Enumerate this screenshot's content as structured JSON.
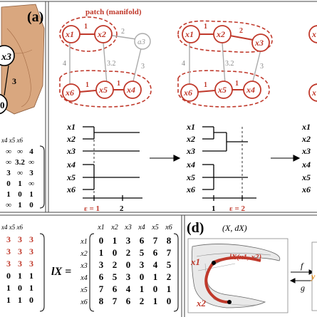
{
  "panel_a": {
    "label": "(a)",
    "patch_label": "patch (manifold)",
    "left_strip_labels": [
      "x3",
      "3",
      "0"
    ],
    "nodes_top": [
      "x1",
      "x2",
      "a3"
    ],
    "nodes_bottom": [
      "x6",
      "x5",
      "x4"
    ],
    "stage2_top": [
      "x1",
      "x2",
      "x3"
    ],
    "stage2_bottom": [
      "x6",
      "x5",
      "x4"
    ],
    "stage3_top": [
      "x"
    ],
    "stage3_bottom": [
      "x"
    ],
    "edge_weights": [
      "1",
      "2",
      "4",
      "3.2",
      "3",
      "1",
      "1"
    ],
    "edge_weights_stage2": [
      "1",
      "2",
      "4",
      "3.2",
      "3",
      "1",
      "1"
    ],
    "dendro_labels": [
      "x1",
      "x2",
      "x3",
      "x4",
      "x5",
      "x6"
    ],
    "dendro_labels_right": [
      "x1",
      "x2",
      "x3",
      "x4",
      "x5",
      "x6"
    ],
    "eps1": "ε = 1",
    "tick2": "2",
    "tick1": "1",
    "eps2": "ε = 2",
    "matrix_header": "x4 x5 x6",
    "matrix_rows": [
      [
        "∞",
        "∞",
        "4"
      ],
      [
        "∞",
        "3.2",
        "∞"
      ],
      [
        "3",
        "∞",
        "3"
      ],
      [
        "0",
        "1",
        "∞"
      ],
      [
        "1",
        "0",
        "1"
      ],
      [
        "∞",
        "1",
        "0"
      ]
    ]
  },
  "panel_bottom_left": {
    "header": "x4 x5 x6",
    "rows": [
      [
        "3",
        "3",
        "3"
      ],
      [
        "3",
        "3",
        "3"
      ],
      [
        "3",
        "3",
        "3"
      ],
      [
        "0",
        "1",
        "1"
      ],
      [
        "1",
        "0",
        "1"
      ],
      [
        "1",
        "1",
        "0"
      ]
    ],
    "lx_label": "lX =",
    "header2": [
      "x1",
      "x2",
      "x3",
      "x4",
      "x5",
      "x6"
    ],
    "row_labels": [
      "x1",
      "x2",
      "x3",
      "x4",
      "x5",
      "x6"
    ],
    "lx_rows": [
      [
        "0",
        "1",
        "3",
        "6",
        "7",
        "8"
      ],
      [
        "1",
        "0",
        "2",
        "5",
        "6",
        "7"
      ],
      [
        "3",
        "2",
        "0",
        "3",
        "4",
        "5"
      ],
      [
        "6",
        "5",
        "3",
        "0",
        "1",
        "2"
      ],
      [
        "7",
        "6",
        "4",
        "1",
        "0",
        "1"
      ],
      [
        "8",
        "7",
        "6",
        "2",
        "1",
        "0"
      ]
    ]
  },
  "panel_d": {
    "label": "(d)",
    "title": "(X, dX)",
    "x1": "x1",
    "x2": "x2",
    "lx_label": "lX(x1, x2)",
    "f": "f",
    "g": "g",
    "right_y": "y"
  },
  "colors": {
    "accent": "#c0392b",
    "node_fill": "#ffffff",
    "gray": "#9a9a9a",
    "terrain": "#d9a77f"
  }
}
